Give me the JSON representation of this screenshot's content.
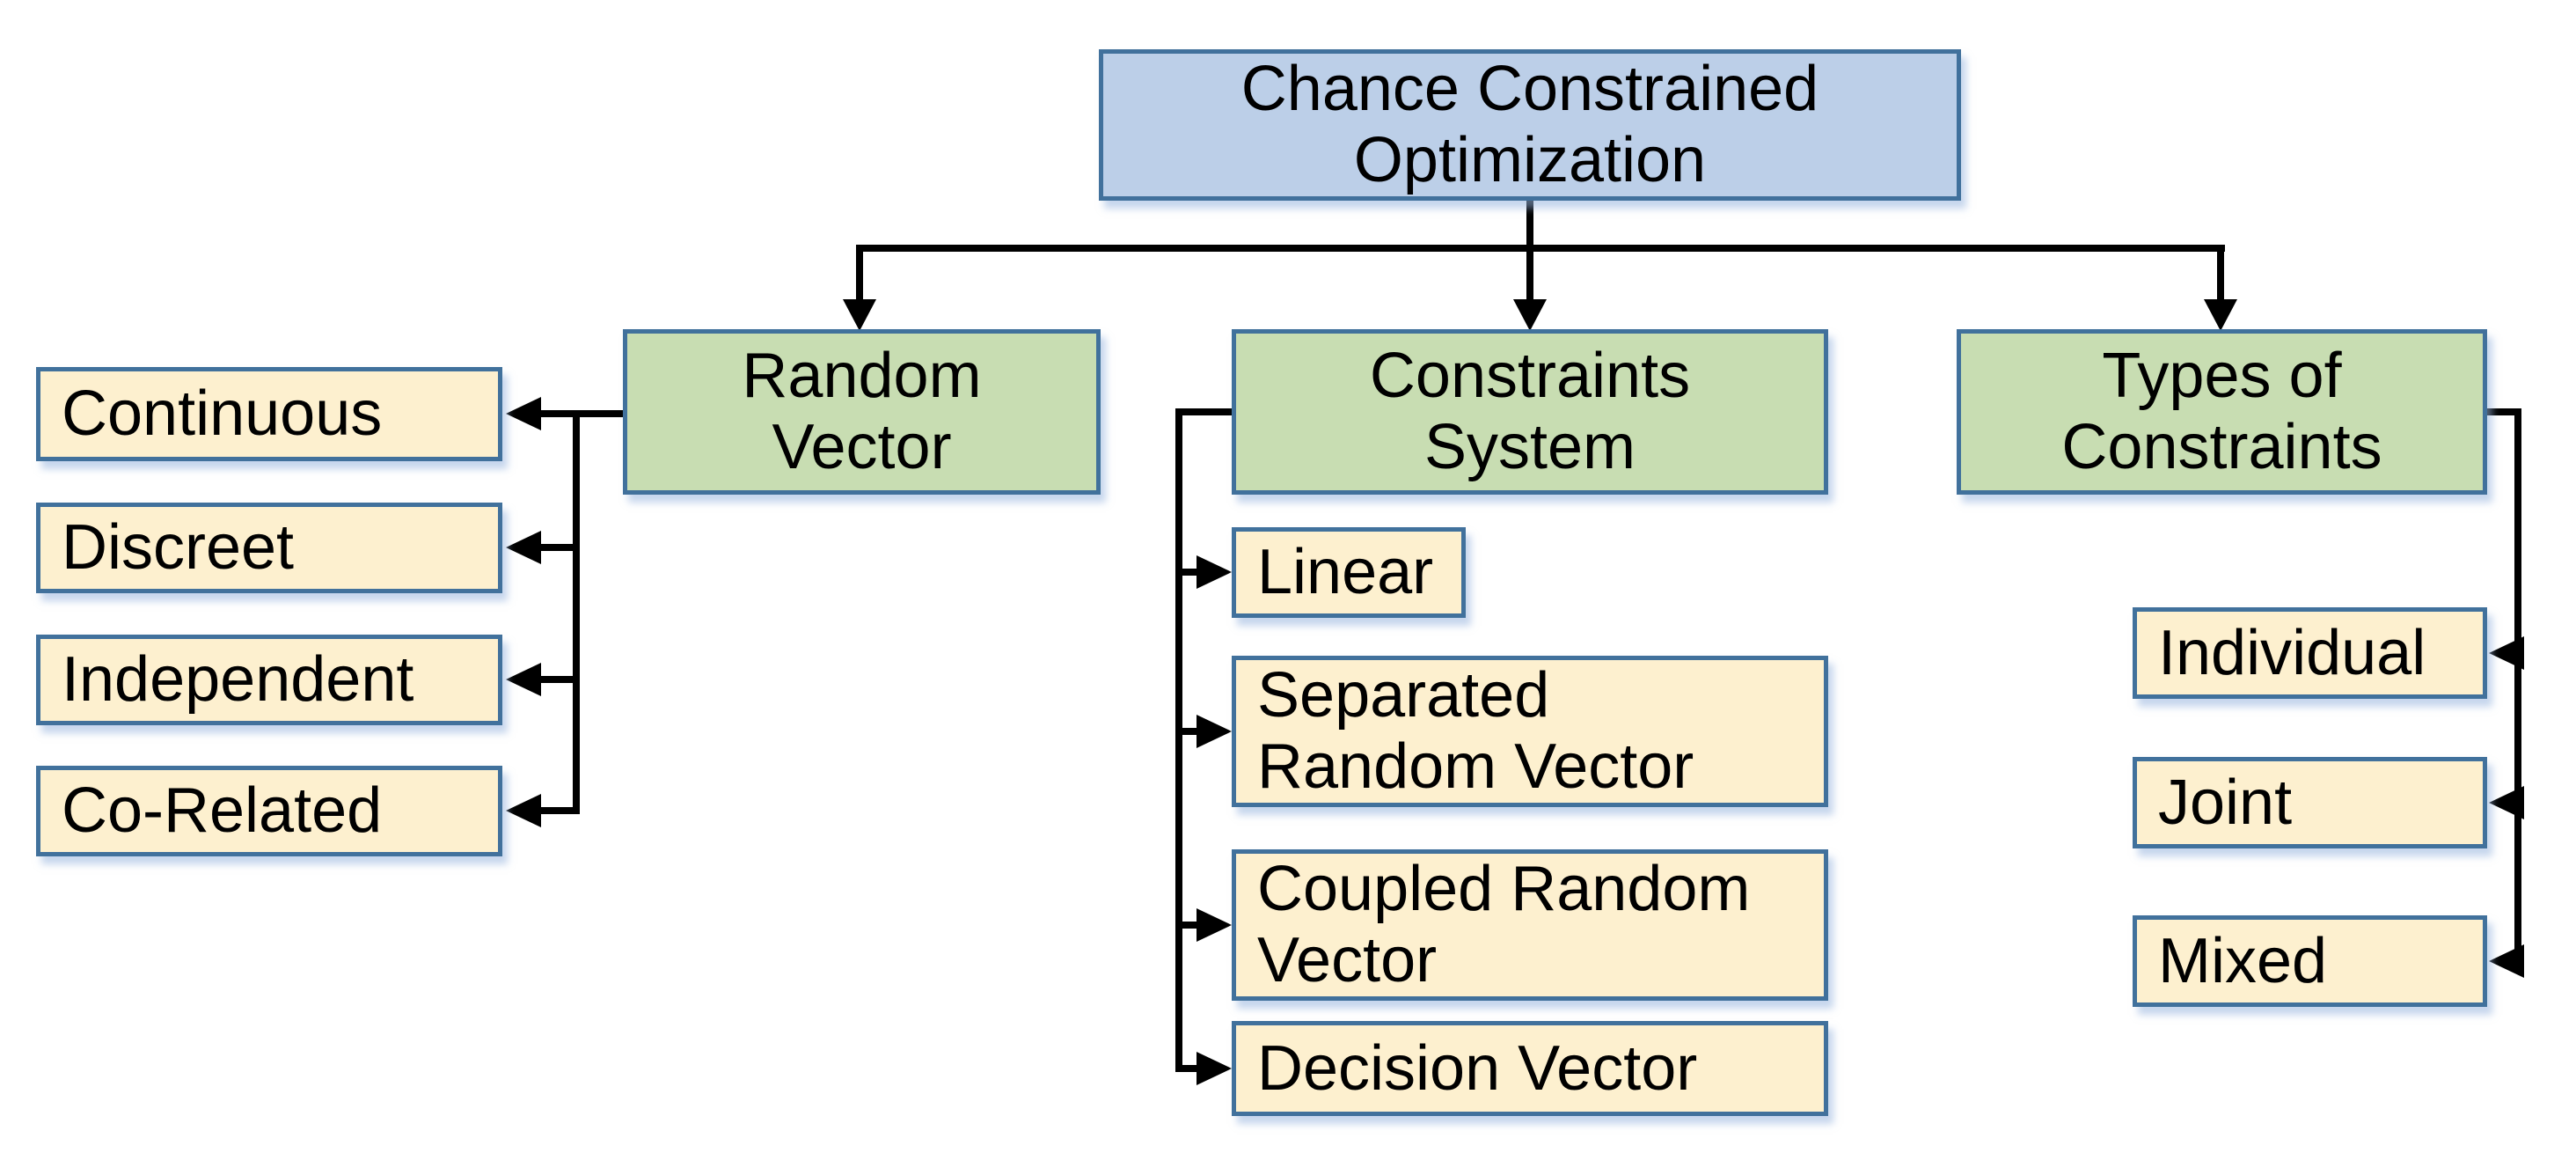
{
  "diagram": {
    "title": "Chance Constrained Optimization",
    "root": {
      "label": "Chance Constrained\nOptimization"
    },
    "branches": [
      {
        "label": "Random\nVector",
        "children": [
          "Continuous",
          "Discreet",
          "Independent",
          "Co-Related"
        ]
      },
      {
        "label": "Constraints\nSystem",
        "children": [
          "Linear",
          "Separated\nRandom Vector",
          "Coupled Random\nVector",
          "Decision Vector"
        ]
      },
      {
        "label": "Types of\nConstraints",
        "children": [
          "Individual",
          "Joint",
          "Mixed"
        ]
      }
    ],
    "colors": {
      "root_fill": "#BCCFE8",
      "branch_fill": "#C8DDB2",
      "child_fill": "#FDF0CF",
      "box_border": "#41719C",
      "connector": "#000000",
      "shadow": "#C9D9EF",
      "background": "#FFFFFF",
      "text": "#000000"
    }
  }
}
